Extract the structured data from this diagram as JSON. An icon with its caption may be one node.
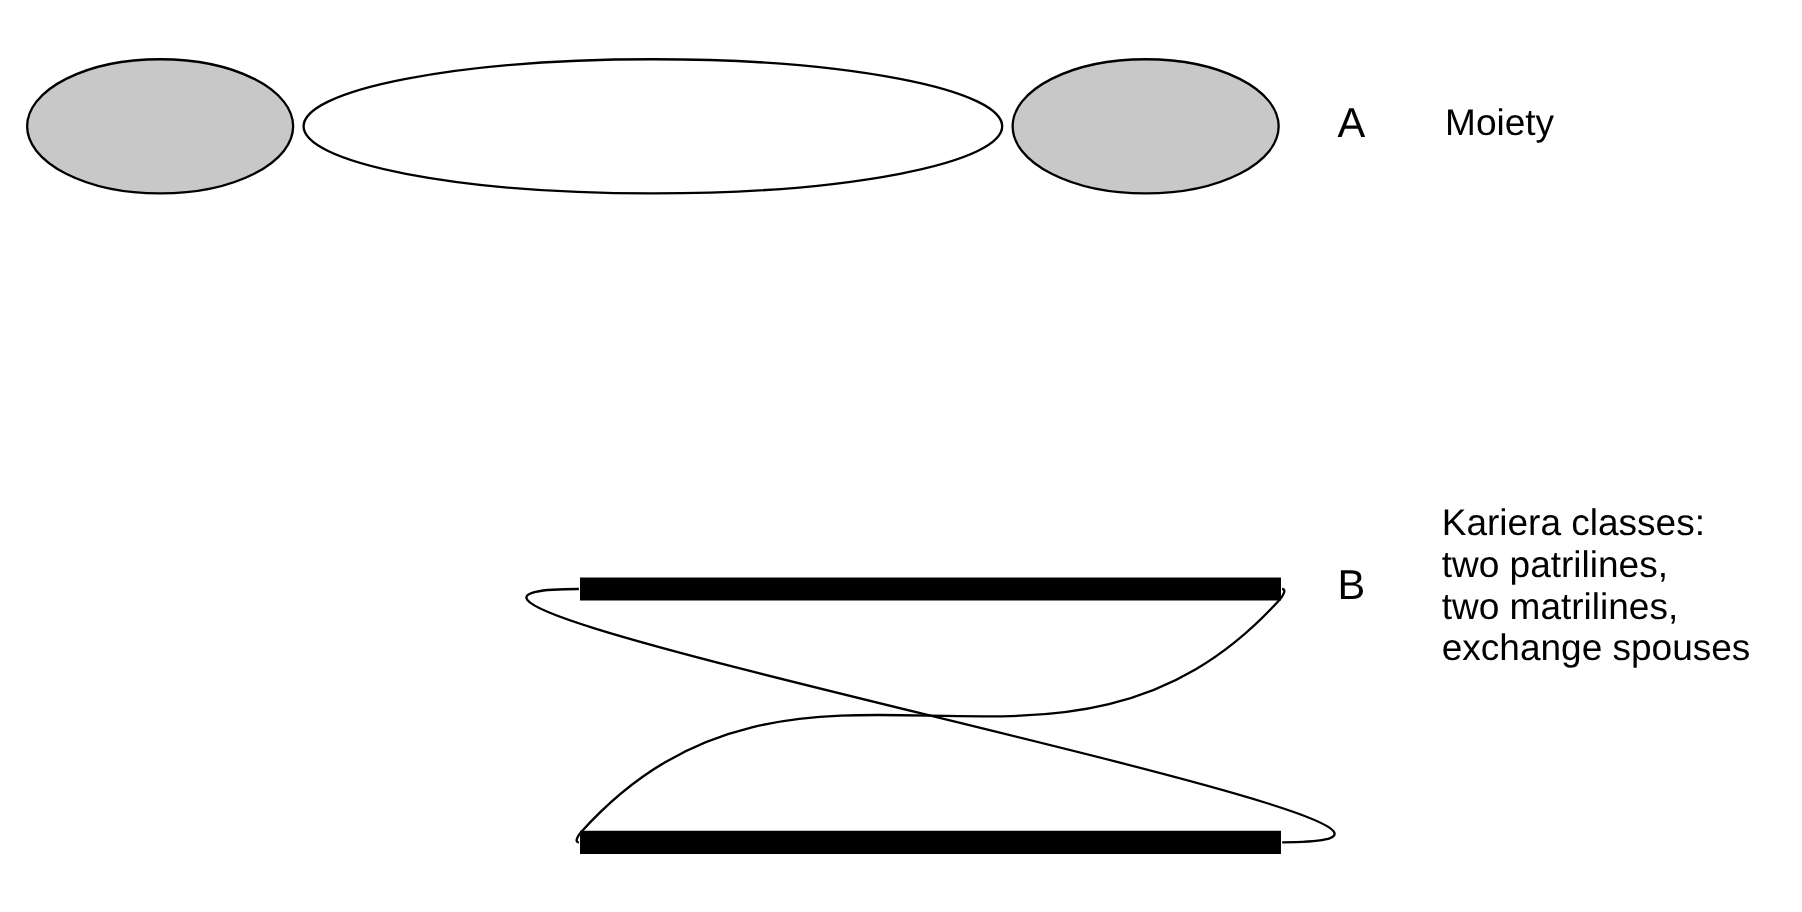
{
  "diagram": {
    "nodes": [
      {
        "text": [],
        "shape": "ellipse"
      },
      {
        "text": [],
        "shape": "ellipse"
      },
      {
        "text": [],
        "shape": "ellipse"
      },
      {
        "text": [],
        "shape": "bar"
      },
      {
        "text": [],
        "shape": "bar"
      }
    ],
    "edges": [
      {
        "from": 3,
        "to": 4,
        "arrow": "none"
      },
      {
        "from": 3,
        "to": 4,
        "arrow": "none"
      }
    ],
    "labels": [
      "A",
      "Moiety",
      "B",
      "Kariera classes: two patrilines, two matrilines, exchange spouses"
    ]
  }
}
